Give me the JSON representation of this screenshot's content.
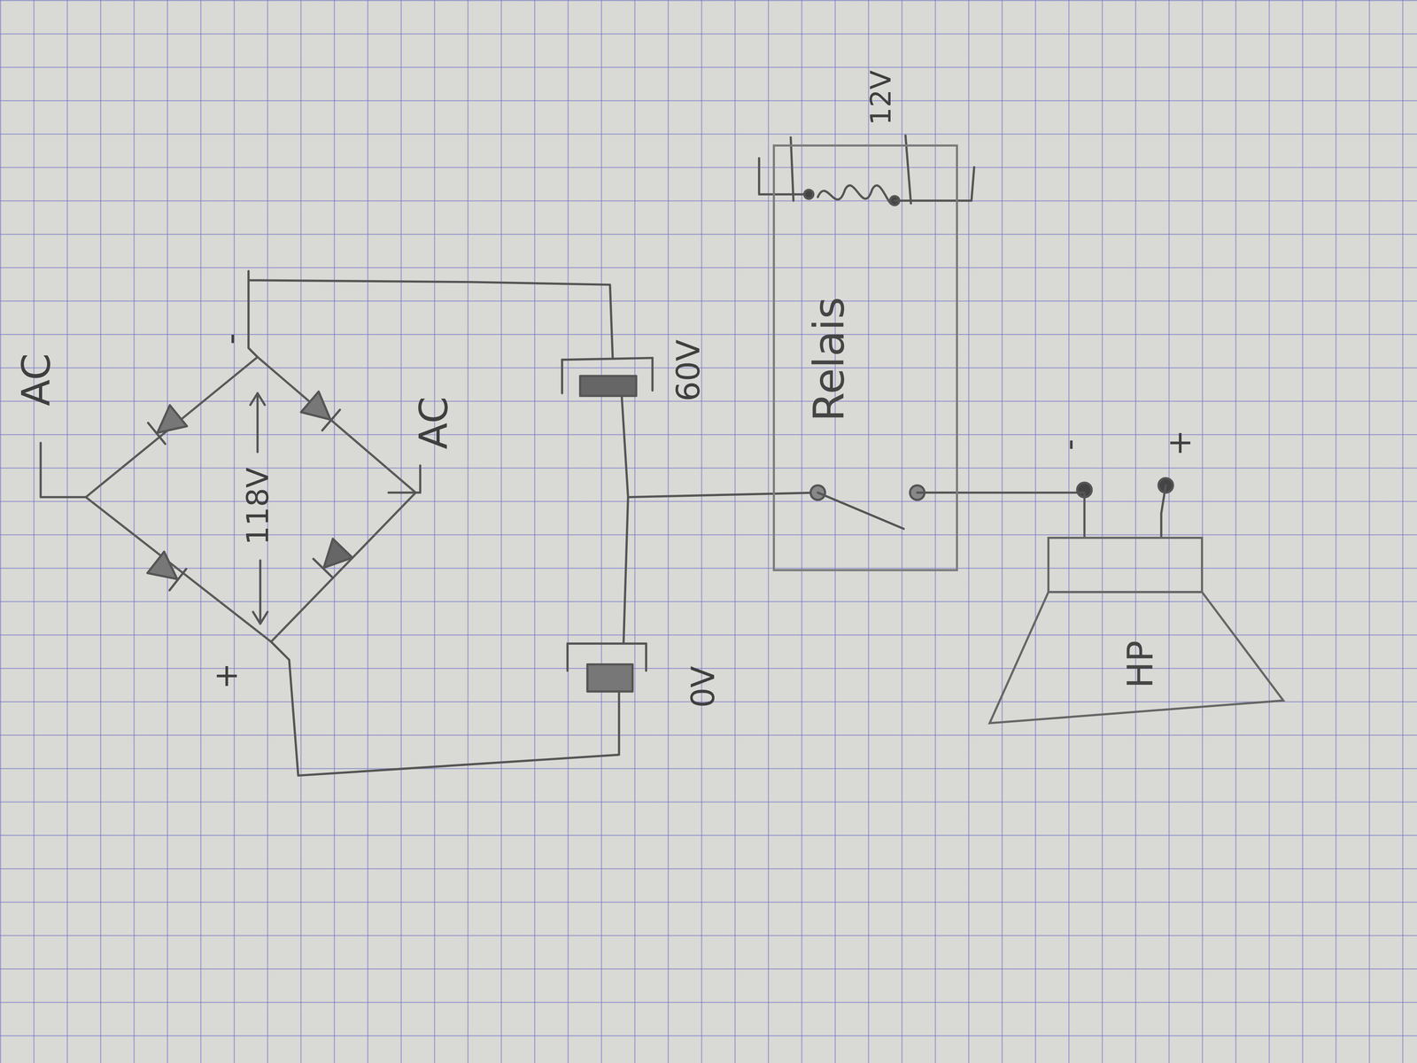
{
  "diagram": {
    "nodes": [
      {
        "text": [
          "Relais"
        ]
      },
      {
        "text": [
          "HP"
        ]
      }
    ],
    "edges": [
      {
        "from": 0,
        "to": 1,
        "arrow": "none"
      }
    ],
    "labels": [
      "AC",
      "-",
      "118V",
      "+",
      "AC",
      "60V",
      "0V",
      "12V",
      "-",
      "+"
    ]
  }
}
